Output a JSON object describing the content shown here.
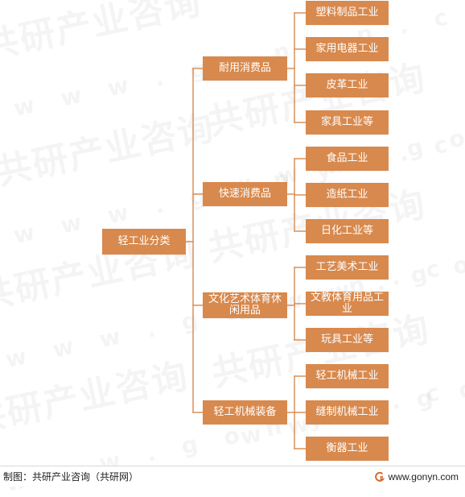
{
  "diagram": {
    "root": "轻工业分类",
    "categories": [
      {
        "label": "耐用消费品",
        "children": [
          "塑料制品工业",
          "家用电器工业",
          "皮革工业",
          "家具工业等"
        ]
      },
      {
        "label": "快速消费品",
        "children": [
          "食品工业",
          "造纸工业",
          "日化工业等"
        ]
      },
      {
        "label": "文化艺术体育休闲用品",
        "children": [
          "工艺美术工业",
          "文教体育用品工业",
          "玩具工业等"
        ]
      },
      {
        "label": "轻工机械装备",
        "children": [
          "轻工机械工业",
          "缝制机械工业",
          "衡器工业"
        ]
      }
    ]
  },
  "footer": {
    "source": "制图：共研产业咨询（共研网）",
    "url": "www.gonyn.com"
  },
  "watermark": {
    "text_cn": "共研产业咨询",
    "text_url": "w w w . g o n y n . c o m"
  },
  "colors": {
    "node_fill": "#d8894d",
    "connector": "#d8894d",
    "text": "#ffffff"
  }
}
